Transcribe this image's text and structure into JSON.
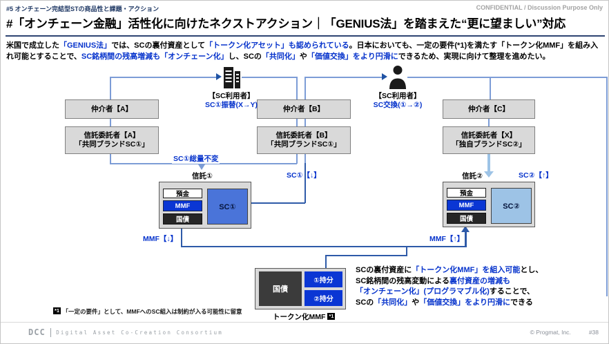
{
  "header": {
    "tag": "#5 オンチェーン完結型STの商品性と課題・アクション",
    "confidential": "CONFIDENTIAL / Discussion Purpose Only",
    "title": "#「オンチェーン金融」活性化に向けたネクストアクション｜「GENIUS法」を踏まえた“更に望ましい”対応"
  },
  "intro_segments": [
    {
      "t": "米国で成立した"
    },
    {
      "t": "「GENIUS法」",
      "b": 1
    },
    {
      "t": "では、SCの裏付資産として"
    },
    {
      "t": "「トークン化アセット」も認められている",
      "b": 1
    },
    {
      "t": "。日本においても、一定の要件(*1)を満たす「トークン化MMF」を組み入れ可能とすることで、"
    },
    {
      "t": "SC銘柄間の残高増減も「オンチェーン化」",
      "b": 1
    },
    {
      "t": "し、SCの"
    },
    {
      "t": "「共同化」",
      "b": 1
    },
    {
      "t": "や"
    },
    {
      "t": "「価値交換」をより円滑に",
      "b": 1
    },
    {
      "t": "できるため、実現に向けて整理を進めたい。"
    }
  ],
  "diagram": {
    "users": {
      "payer": {
        "label": "【SC利用者】",
        "action": "SC①振替(X→Y)",
        "icon": "building-icon"
      },
      "exchanger": {
        "label": "【SC利用者】",
        "action": "SC交換(①→②)",
        "icon": "person-icon"
      }
    },
    "intermediaries": {
      "a": "仲介者【A】",
      "b": "仲介者【B】",
      "c": "仲介者【C】"
    },
    "trustors": {
      "a1": "信託委託者【A】",
      "a2": "「共同ブランドSC①」",
      "b1": "信託委託者【B】",
      "b2": "「共同ブランドSC①」",
      "x1": "信託委託者【X】",
      "x2": "「独自ブランドSC②」"
    },
    "labels": {
      "sc1_total": "SC①総量不変",
      "trust1": "信託①",
      "sc1_down": "SC①【↓】",
      "trust2": "信託②",
      "sc2_up": "SC②【↑】",
      "mmf_down": "MMF【↓】",
      "mmf_up": "MMF【↑】"
    },
    "trust1": {
      "assets": [
        "預金",
        "MMF",
        "国債"
      ],
      "sc": "SC①"
    },
    "trust2": {
      "assets": [
        "預金",
        "MMF",
        "国債"
      ],
      "sc": "SC②"
    },
    "token_mmf": {
      "bond": "国債",
      "share1": "①持分",
      "share2": "②持分",
      "label": "トークン化MMF",
      "note_ref": "*1"
    }
  },
  "note_segments": [
    [
      {
        "t": "SCの裏付資産に"
      },
      {
        "t": "「トークン化MMF」を組入可能",
        "b": 1
      },
      {
        "t": "とし、"
      }
    ],
    [
      {
        "t": "SC銘柄間の残高変動による"
      },
      {
        "t": "裏付資産の増減も",
        "b": 1
      }
    ],
    [
      {
        "t": "「オンチェーン化」(プログラマブル化)",
        "b": 1
      },
      {
        "t": "することで、"
      }
    ],
    [
      {
        "t": "SCの"
      },
      {
        "t": "「共同化」",
        "b": 1
      },
      {
        "t": "や"
      },
      {
        "t": "「価値交換」をより円滑に",
        "b": 1
      },
      {
        "t": "できる"
      }
    ]
  ],
  "footnote": {
    "ref": "*1",
    "text": "「一定の要件」として、MMFへのSC組入は制約が入る可能性に留意"
  },
  "footer": {
    "logo": "DCC",
    "consortium": "Digital Asset Co-Creation Consortium",
    "copyright": "© Progmat, Inc.",
    "page": "#38"
  },
  "colors": {
    "navy": "#1f3864",
    "text_blue": "#0633cc",
    "vivid_blue": "#0a36d4",
    "sc1_fill": "#4a74d9",
    "sc2_fill": "#9dc3e6",
    "box_gray": "#d9d9d9",
    "line_steel": "#7c9cd6",
    "line_dark": "#2e5aa8",
    "bond_dark": "#3b3b3b"
  }
}
